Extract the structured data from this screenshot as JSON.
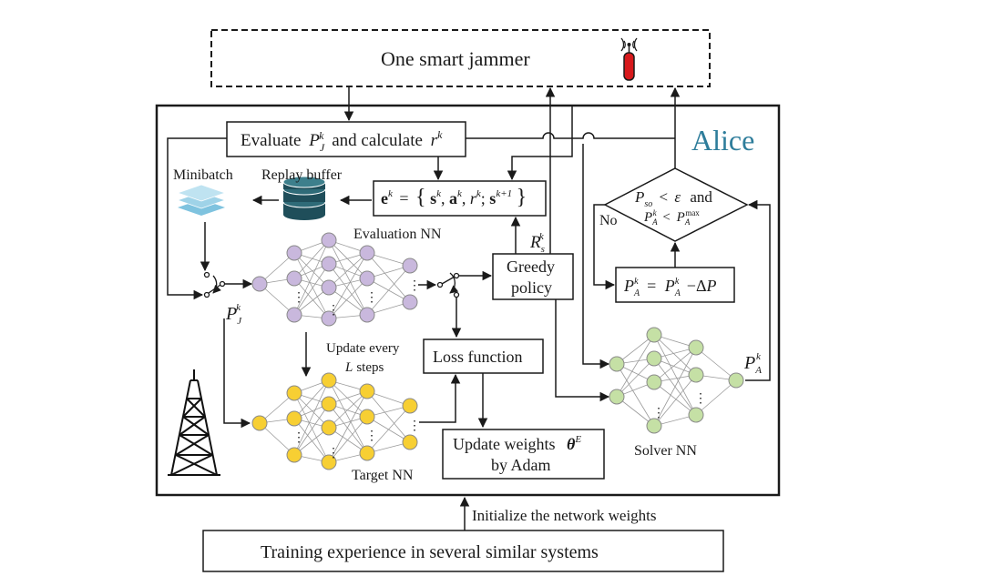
{
  "jammer": {
    "label": "One smart jammer"
  },
  "alice": {
    "label": "Alice",
    "label_color": "#2e7d9b"
  },
  "evaluate": {
    "pre": "Evaluate",
    "var_main": "P",
    "var_sub": "J",
    "var_sup": "k",
    "mid": "and calculate",
    "reward": "r",
    "reward_sup": "k"
  },
  "experience": {
    "lhs": "e",
    "sup": "k",
    "eq": "=",
    "s": "s",
    "a": "a",
    "r": "r",
    "next": "k+1"
  },
  "labels": {
    "minibatch": "Minibatch",
    "replay_buffer": "Replay buffer",
    "evaluation_nn": "Evaluation NN",
    "target_nn": "Target NN",
    "solver_nn": "Solver NN",
    "update_every_line1": "Update every",
    "update_every_L": "L",
    "update_every_steps": "steps",
    "no": "No",
    "and": "and",
    "loss": "Loss function",
    "greedy_line1": "Greedy",
    "greedy_line2": "policy",
    "update_w_line1": "Update weights",
    "update_w_line2": "by Adam",
    "theta": "θ",
    "theta_sup": "E",
    "init": "Initialize the network weights",
    "training": "Training experience in several similar systems",
    "rs": "R",
    "rs_sub": "s",
    "rs_sup": "k",
    "pj": "P",
    "pj_sub": "J",
    "pj_sup": "k",
    "pa": "P",
    "pa_sub": "A",
    "pa_sup": "k",
    "pso": "P",
    "pso_sub": "so",
    "lt": "<",
    "eps": "ε",
    "pamax_sup": "max",
    "minus": "−",
    "delta": "Δ",
    "comma": ","
  },
  "colors": {
    "purple": "#c9b8dd",
    "yellow": "#f7cf33",
    "green": "#c5e0a5",
    "layer_blue": "#9fd3e8",
    "db": "#1f4e5a",
    "tower": "#111111"
  }
}
